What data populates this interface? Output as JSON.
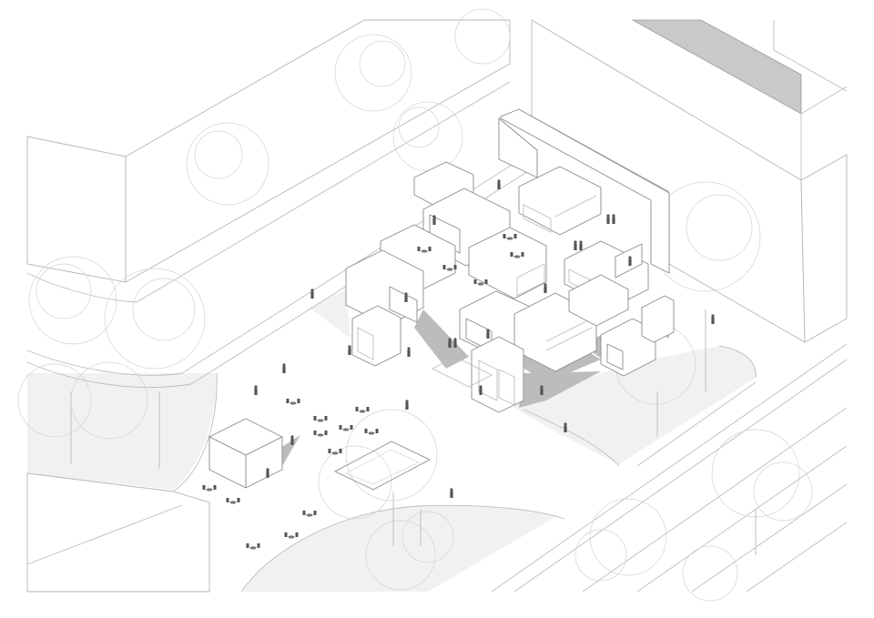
{
  "drawing": {
    "kind": "isometric-site-axonometric",
    "palette": {
      "line": "#bdbdbd",
      "line_dark": "#8a8a8a",
      "shadow": "#bcbcbc",
      "ground_tint": "#f1f1f1",
      "figure": "#555555",
      "background": "#ffffff"
    },
    "elements": [
      "surrounding-buildings",
      "street-trees",
      "ground-plaza",
      "stacked-box-building",
      "kiosk-pavilion",
      "people-figures",
      "cafe-tables",
      "road-lanes"
    ]
  }
}
